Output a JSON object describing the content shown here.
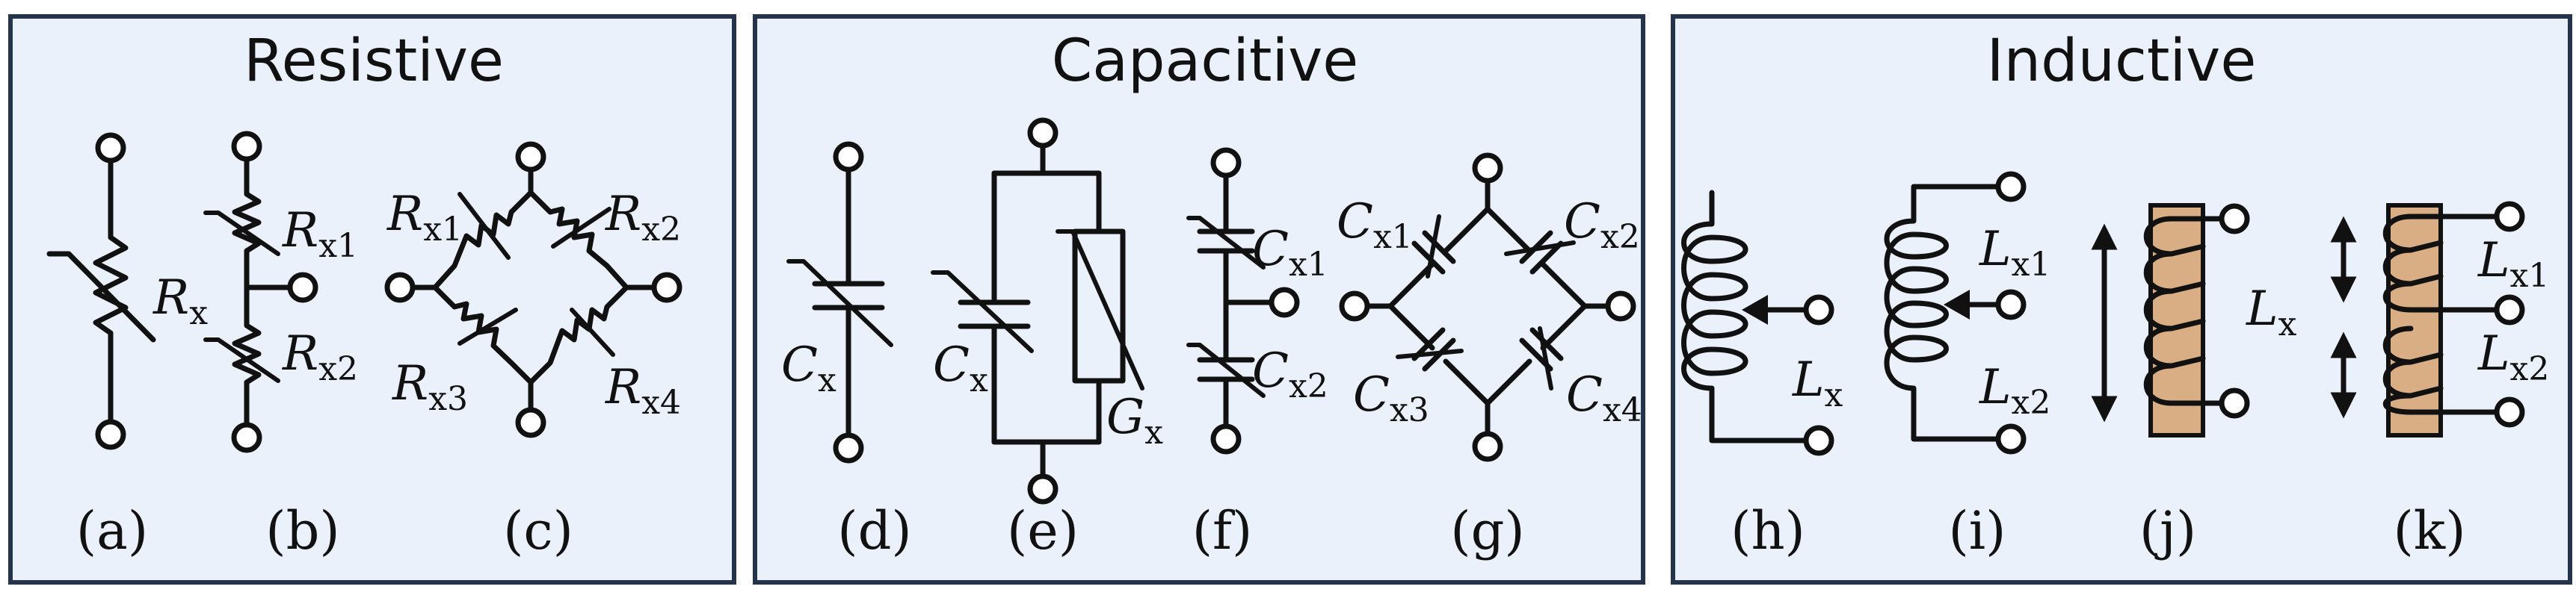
{
  "panels": [
    {
      "title": "Resistive"
    },
    {
      "title": "Capacitive"
    },
    {
      "title": "Inductive"
    }
  ],
  "captions": [
    "(a)",
    "(b)",
    "(c)",
    "(d)",
    "(e)",
    "(f)",
    "(g)",
    "(h)",
    "(i)",
    "(j)",
    "(k)"
  ],
  "labels": {
    "a": {
      "main": "R",
      "sub": "x"
    },
    "b1": {
      "main": "R",
      "sub": "x1"
    },
    "b2": {
      "main": "R",
      "sub": "x2"
    },
    "c1": {
      "main": "R",
      "sub": "x1"
    },
    "c2": {
      "main": "R",
      "sub": "x2"
    },
    "c3": {
      "main": "R",
      "sub": "x3"
    },
    "c4": {
      "main": "R",
      "sub": "x4"
    },
    "d": {
      "main": "C",
      "sub": "x"
    },
    "e1": {
      "main": "C",
      "sub": "x"
    },
    "e2": {
      "main": "G",
      "sub": "x"
    },
    "f1": {
      "main": "C",
      "sub": "x1"
    },
    "f2": {
      "main": "C",
      "sub": "x2"
    },
    "g1": {
      "main": "C",
      "sub": "x1"
    },
    "g2": {
      "main": "C",
      "sub": "x2"
    },
    "g3": {
      "main": "C",
      "sub": "x3"
    },
    "g4": {
      "main": "C",
      "sub": "x4"
    },
    "h": {
      "main": "L",
      "sub": "x"
    },
    "i1": {
      "main": "L",
      "sub": "x1"
    },
    "i2": {
      "main": "L",
      "sub": "x2"
    },
    "j": {
      "main": "L",
      "sub": "x"
    },
    "k1": {
      "main": "L",
      "sub": "x1"
    },
    "k2": {
      "main": "L",
      "sub": "x2"
    }
  },
  "colors": {
    "panel_fill": "#ebf1fb",
    "panel_border": "#23344c",
    "core": "#d9ae85"
  }
}
